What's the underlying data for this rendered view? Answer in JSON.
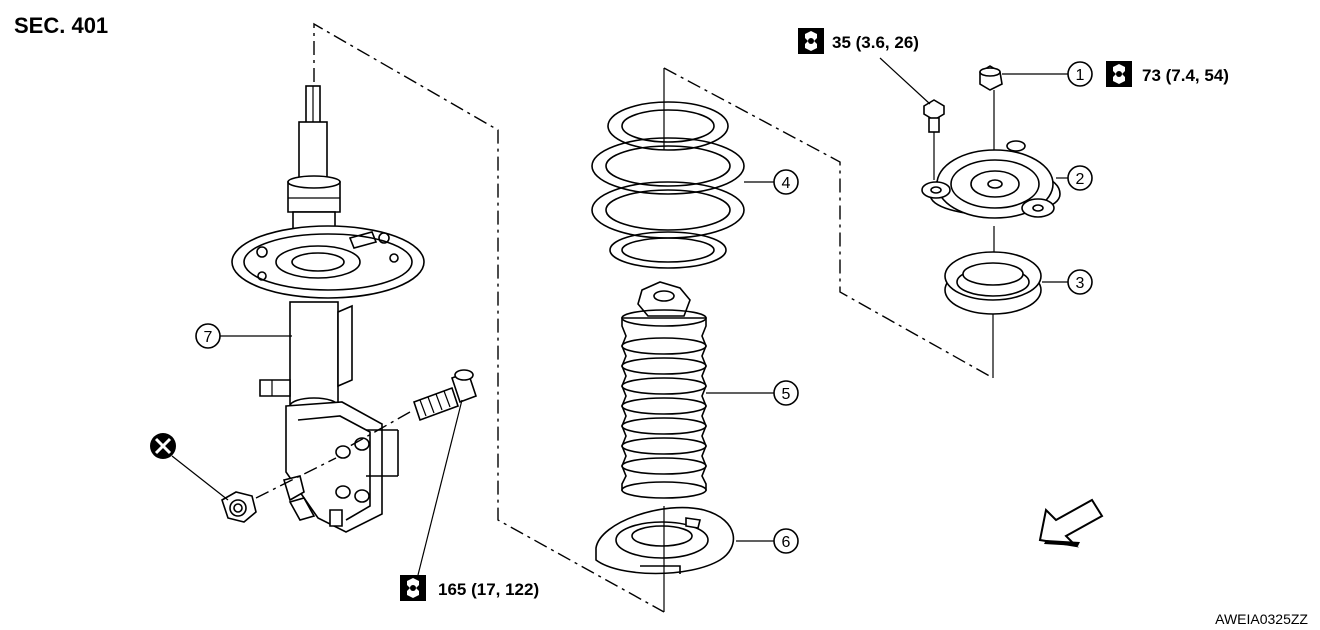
{
  "section_title": "SEC. 401",
  "torque_labels": {
    "upper_bolt": "35 (3.6, 26)",
    "top_nut": "73 (7.4, 54)",
    "lower_bolt": "165 (17, 122)"
  },
  "callouts": {
    "c1": "1",
    "c2": "2",
    "c3": "3",
    "c4": "4",
    "c5": "5",
    "c6": "6",
    "c7": "7"
  },
  "figure_code": "AWEIA0325ZZ",
  "icons": [
    "torque-wrench-icon",
    "do-not-reuse-icon",
    "front-direction-arrow-icon"
  ]
}
